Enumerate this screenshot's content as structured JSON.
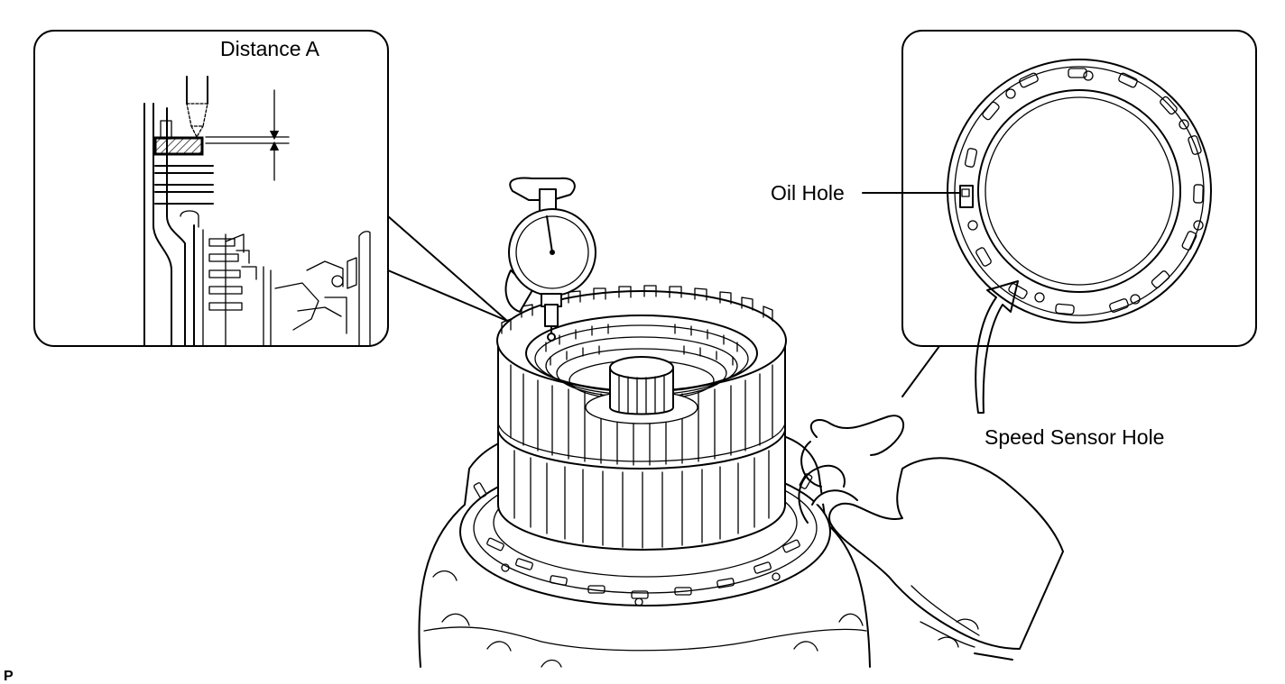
{
  "labels": {
    "distance_a": "Distance A",
    "oil_hole": "Oil Hole",
    "speed_sensor_hole": "Speed Sensor Hole",
    "corner_code": "P"
  },
  "colors": {
    "ink": "#000000",
    "paper": "#ffffff"
  },
  "icons": [
    "dial-indicator-icon",
    "hand-icon",
    "arrow-icon"
  ]
}
